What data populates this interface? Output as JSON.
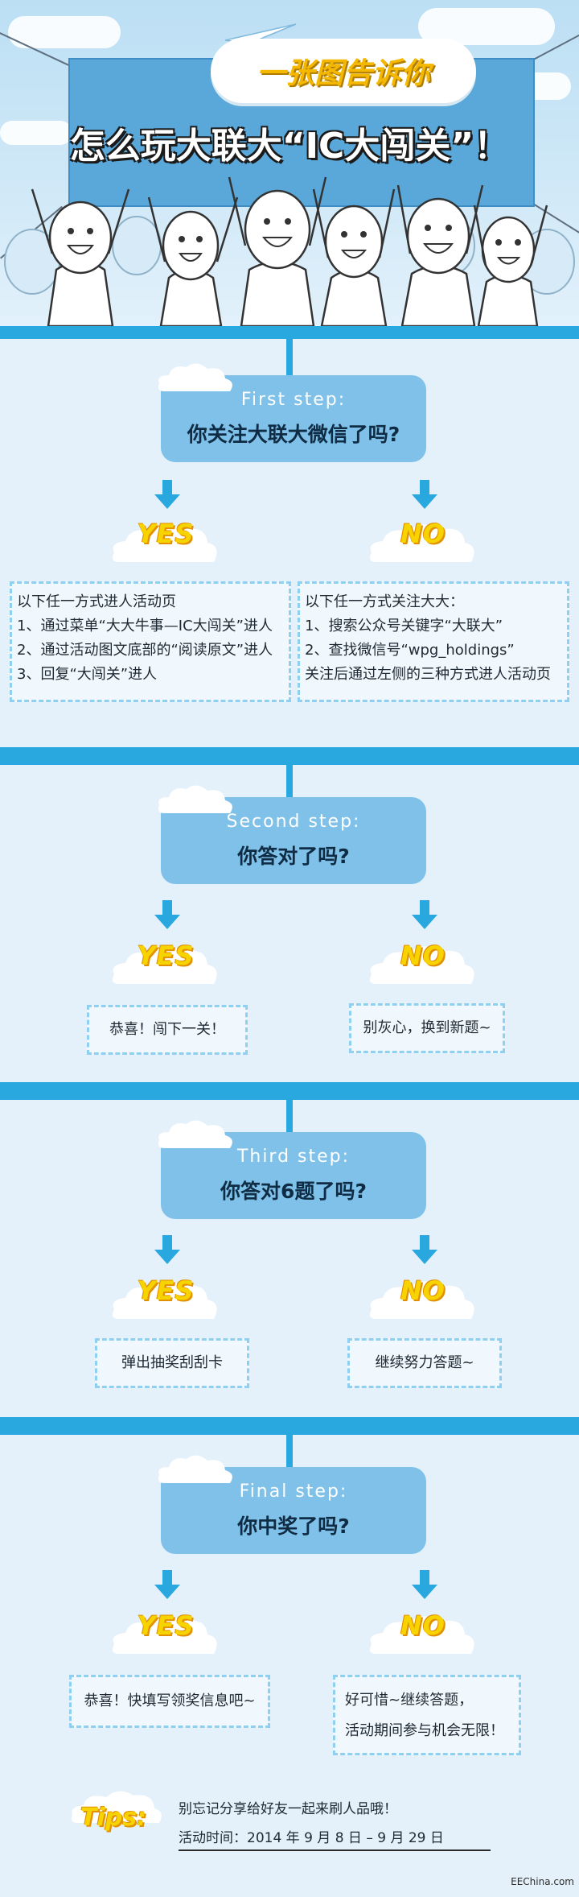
{
  "header": {
    "title": "一张图告诉你",
    "subtitle": "怎么玩大联大“IC大闯关”！"
  },
  "steps": [
    {
      "label_en": "First step:",
      "question": "你关注大联大微信了吗?",
      "yes_badge": "YES",
      "no_badge": "NO",
      "yes_lines": [
        "以下任一方式进人活动页",
        "1、通过菜单“大大牛事—IC大闯关”进人",
        "2、通过活动图文底部的“阅读原文”进人",
        "3、回复“大闯关”进人"
      ],
      "no_lines": [
        "以下任一方式关注大大：",
        "1、搜索公众号关键字“大联大”",
        "2、查找微信号“wpg_holdings”",
        "关注后通过左侧的三种方式进人活动页"
      ]
    },
    {
      "label_en": "Second step:",
      "question": "你答对了吗?",
      "yes_badge": "YES",
      "no_badge": "NO",
      "yes_lines": [
        "恭喜！闯下一关！"
      ],
      "no_lines": [
        "别灰心，换到新题~"
      ]
    },
    {
      "label_en": "Third step:",
      "question": "你答对6题了吗?",
      "yes_badge": "YES",
      "no_badge": "NO",
      "yes_lines": [
        "弹出抽奖刮刮卡"
      ],
      "no_lines": [
        "继续努力答题~"
      ]
    },
    {
      "label_en": "Final step:",
      "question": "你中奖了吗?",
      "yes_badge": "YES",
      "no_badge": "NO",
      "yes_lines": [
        "恭喜！快填写领奖信息吧~"
      ],
      "no_lines": [
        "好可惜~继续答题，",
        "活动期间参与机会无限！"
      ]
    }
  ],
  "tips": {
    "label": "Tips:",
    "line1": "别忘记分享给好友一起来刷人品哦！",
    "line2": "活动时间：2014 年 9 月 8 日 – 9 月 29 日"
  },
  "watermark": "EEChina.com",
  "colors": {
    "accent_blue": "#29a8e0",
    "step_box": "#7fc1e8",
    "badge_yellow": "#f7d400",
    "background": "#e4f1fa"
  }
}
